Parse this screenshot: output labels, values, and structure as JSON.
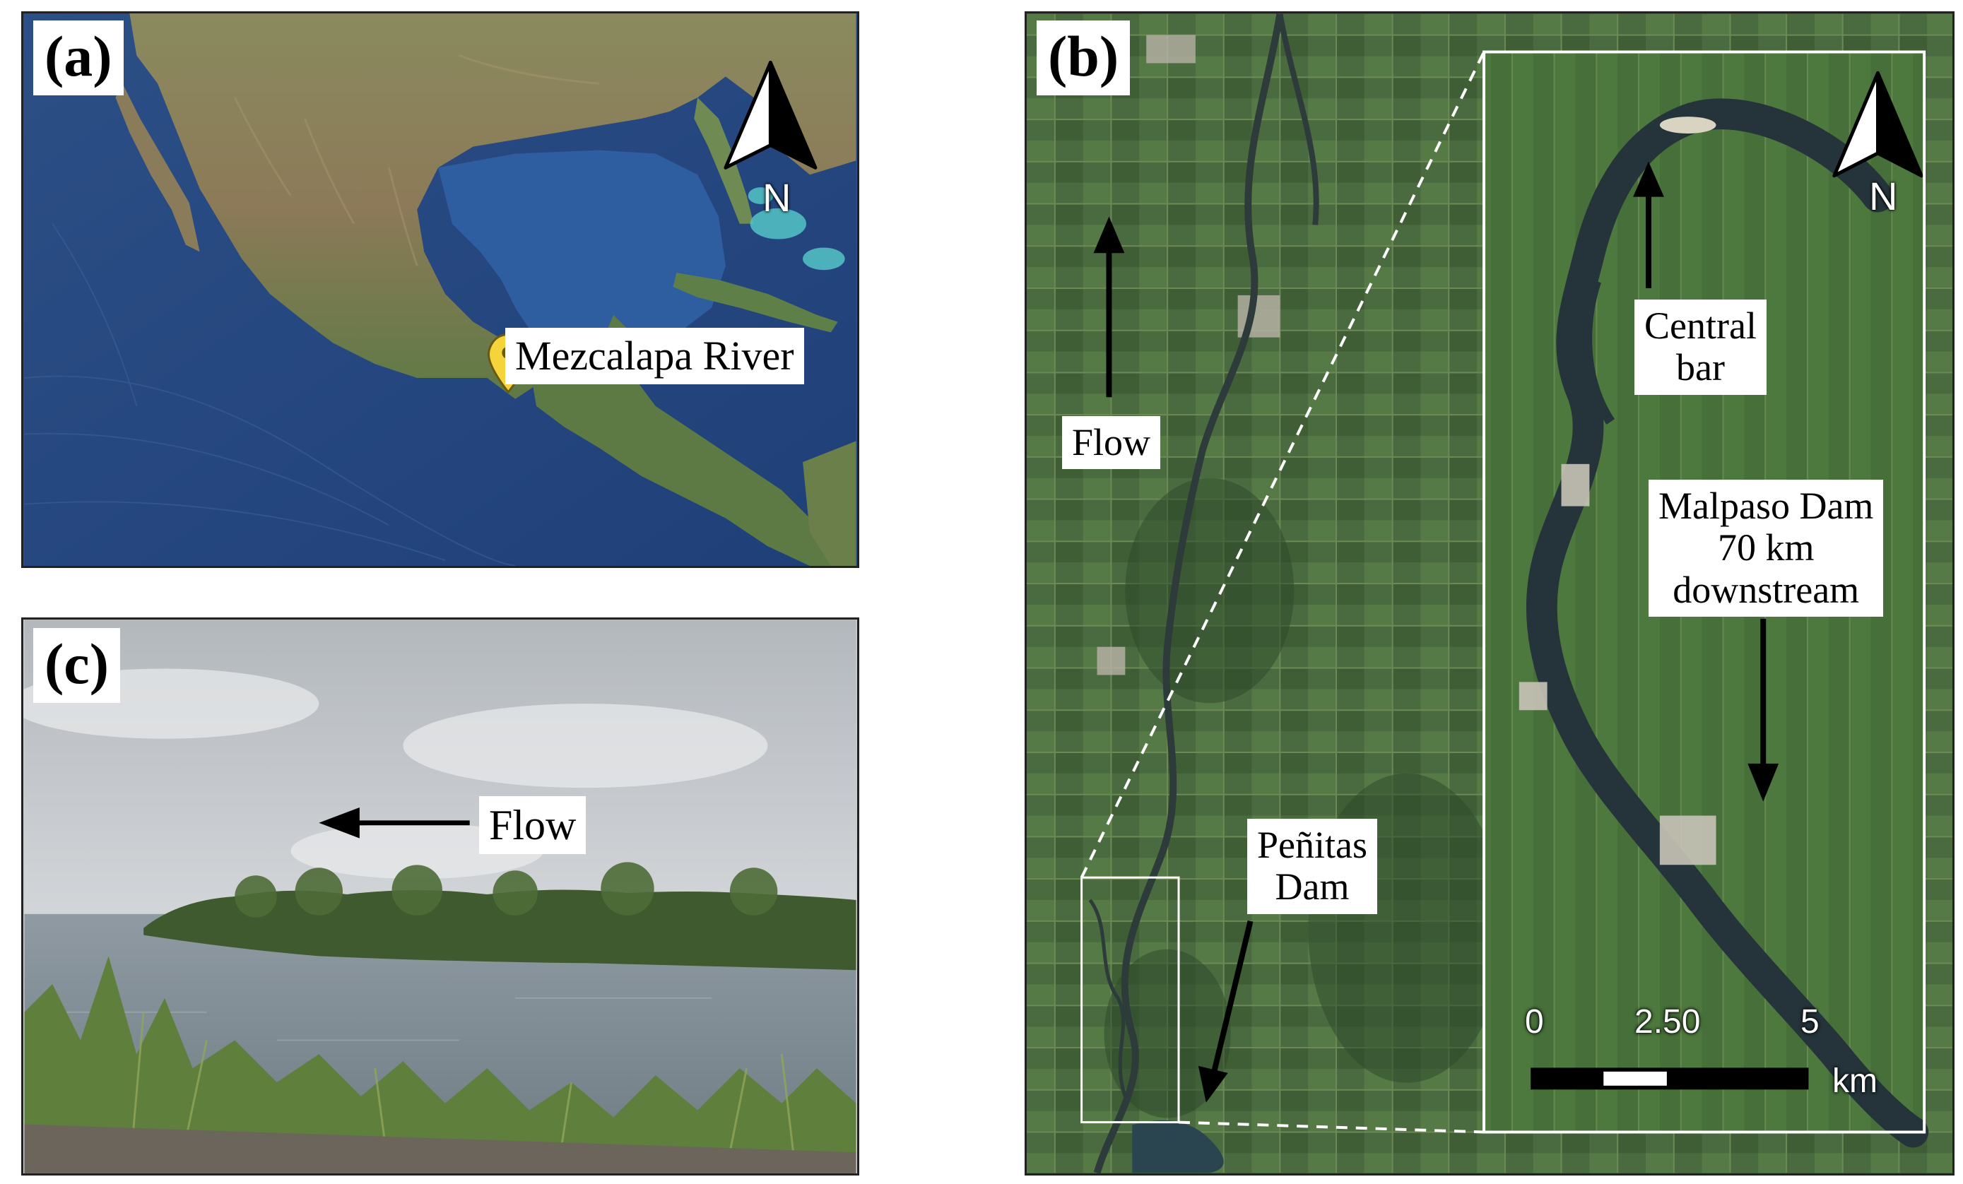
{
  "panels": {
    "a": {
      "label": "(a)",
      "location_label": "Mezcalapa River",
      "north_letter": "N"
    },
    "b": {
      "label": "(b)",
      "flow_label": "Flow",
      "penitas_label": "Peñitas\nDam",
      "central_bar_label": "Central\nbar",
      "malpaso_label": "Malpaso Dam\n70 km\ndownstream",
      "north_letter": "N",
      "scale": {
        "ticks": [
          "0",
          "2.50",
          "5"
        ],
        "unit": "km"
      }
    },
    "c": {
      "label": "(c)",
      "flow_label": "Flow"
    }
  },
  "icons": {
    "north_arrow": "north-arrow-icon",
    "location_pin": "map-pin-icon",
    "flow_arrow": "arrow-icon"
  },
  "colors": {
    "ocean": "#2a4f8d",
    "land": "#6b7a4a",
    "pin": "#f4d43a",
    "vegetation": "#3f5e3a",
    "river": "#2d3b3b"
  }
}
